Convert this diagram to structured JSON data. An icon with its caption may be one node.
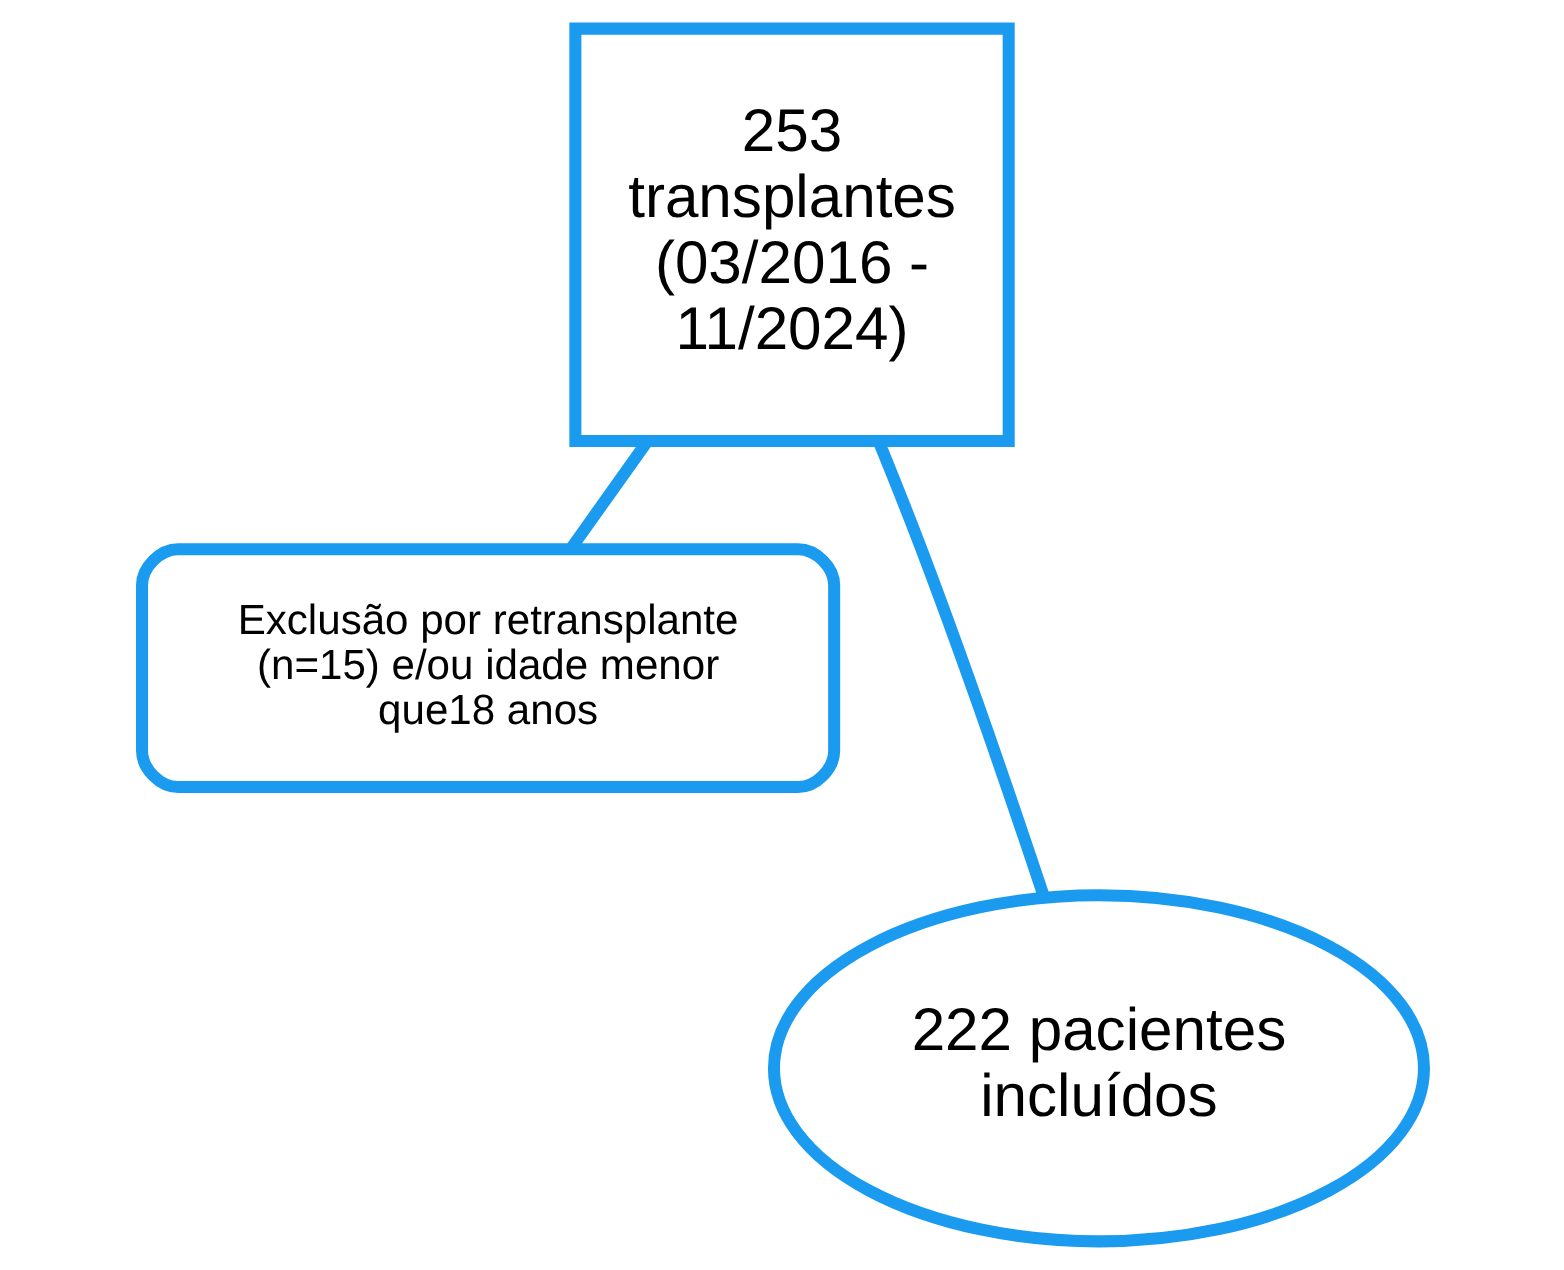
{
  "diagram": {
    "nodes": [
      {
        "text": [
          "253 transplantes (03/2016 - 11/2024)"
        ]
      },
      {
        "text": [
          "Exclusão por retransplante (n=15) e/ou idade menor que18 anos"
        ]
      },
      {
        "text": [
          "222 pacientes incluídos"
        ]
      }
    ],
    "edges": [
      {
        "from": 0,
        "to": 1,
        "arrow": "none"
      },
      {
        "from": 0,
        "to": 2,
        "arrow": "none"
      }
    ]
  }
}
